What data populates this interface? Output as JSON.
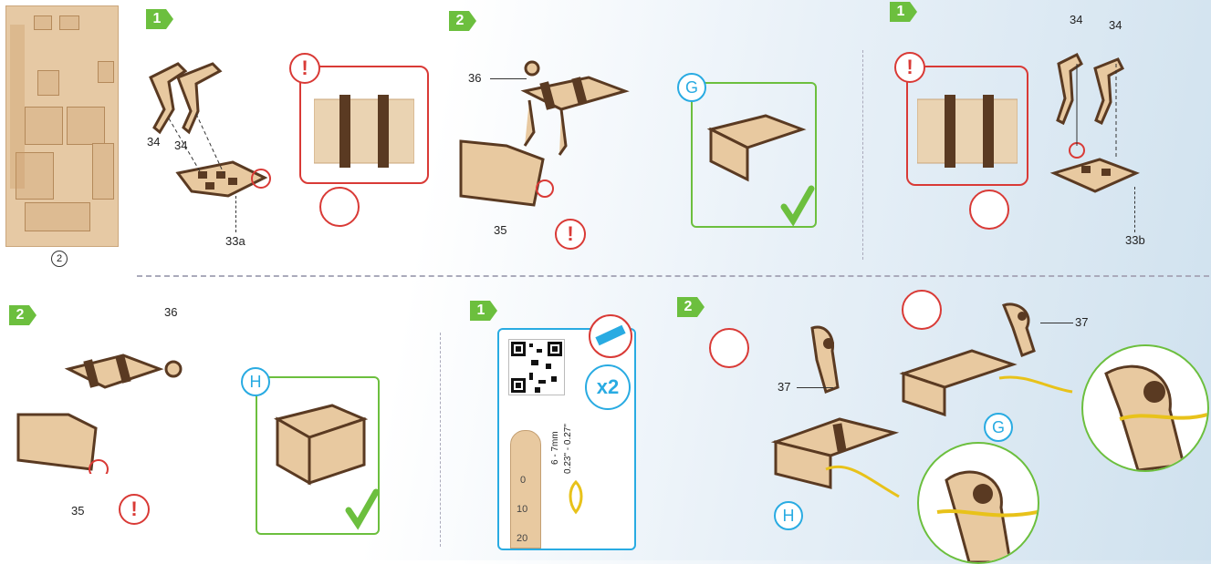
{
  "sheet": {
    "number": "2"
  },
  "steps": {
    "p1_step1": "1",
    "p1_step2": "2",
    "p2_step1": "1",
    "p3_step2": "2",
    "p4_step1": "1",
    "p4_step2": "2"
  },
  "labels": {
    "part34a": "34",
    "part34b": "34",
    "part33a": "33a",
    "part36_top": "36",
    "part35_top": "35",
    "part34c": "34",
    "part34d": "34",
    "part33b": "33b",
    "part36_bottom": "36",
    "part35_bottom": "35",
    "part37_left": "37",
    "part37_right": "37"
  },
  "markers": {
    "G_top": "G",
    "H_bottom": "H",
    "G_assembly": "G",
    "H_assembly": "H"
  },
  "gauge": {
    "multiplier": "x2",
    "mm_range": "6 - 7mm",
    "inch_range": "0.23\" - 0.27\"",
    "tick_0": "0",
    "tick_10": "10",
    "tick_20": "20"
  },
  "icons": {
    "warning": "!",
    "check": "✓"
  },
  "colors": {
    "step_green": "#6cbf3e",
    "warning_red": "#d93a36",
    "marker_blue": "#29abe2",
    "wood_light": "#e8c9a0",
    "wood_dark": "#5a3a22"
  }
}
